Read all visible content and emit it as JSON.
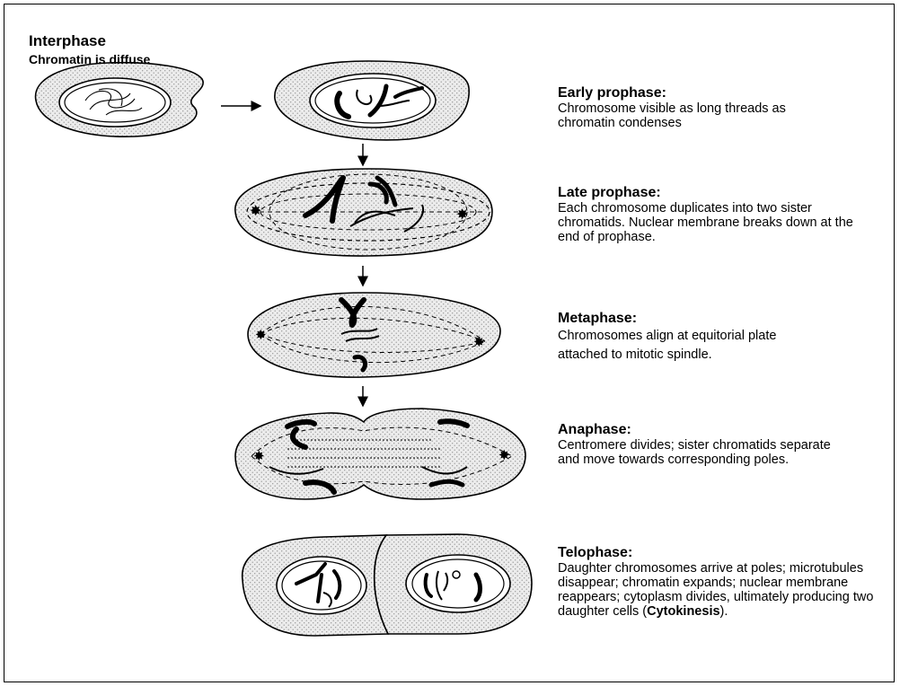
{
  "interphase": {
    "title": "Interphase",
    "subtitle": "Chromatin is diffuse"
  },
  "phases": [
    {
      "heading": "Early prophase:",
      "text": "Chromosome visible as long threads as chromatin condenses"
    },
    {
      "heading": "Late prophase:",
      "text": "Each chromosome duplicates into two sister chromatids. Nuclear membrane breaks down at the end of prophase."
    },
    {
      "heading": "Metaphase:",
      "text": "Chromosomes align at equitorial plate attached to mitotic spindle."
    },
    {
      "heading": "Anaphase:",
      "text": "Centromere divides; sister chromatids separate and move towards corresponding poles."
    },
    {
      "heading": "Telophase:",
      "text_before": "Daughter chromosomes arrive at poles; microtubules disappear; chromatin expands; nuclear membrane reappears; cytoplasm divides, ultimately producing two daughter cells (",
      "text_bold": "Cytokinesis",
      "text_after": ")."
    }
  ],
  "colors": {
    "cell_fill": "#e9e9e9",
    "stroke": "#000000",
    "background": "#ffffff"
  }
}
